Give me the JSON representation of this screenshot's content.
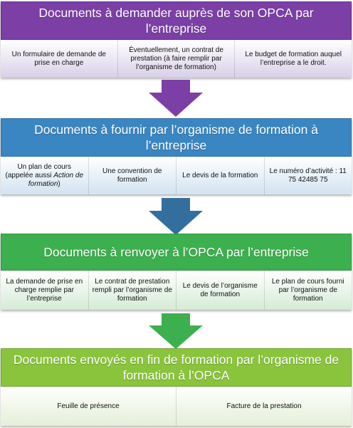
{
  "sections": [
    {
      "title": "Documents à demander auprès de son OPCA par l’entreprise",
      "color": "#7b3fa5",
      "cell_color": "#d8d0e8",
      "items": [
        "Un formulaire de demande de prise en charge",
        "Éventuellement, un contrat de prestation (à faire remplir par l’organisme de formation)",
        "Le budget de formation auquel l’entreprise a le droit."
      ]
    },
    {
      "title": "Documents à fournir par l’organisme de formation à l’entreprise",
      "color": "#3a86c2",
      "cell_color": "#d2e3f1",
      "items": [
        {
          "pre": "Un plan de cours (appelée aussi ",
          "em": "Action de formation",
          "post": ")"
        },
        "Une convention de formation",
        "Le devis de la formation",
        "Le numéro d’activité : 11 75 42485 75"
      ]
    },
    {
      "title": "Documents à renvoyer à l’OPCA par l’entreprise",
      "color": "#3cb04e",
      "cell_color": "#d5ebd6",
      "items": [
        "La demande de prise en charge remplie par l’entreprise",
        "Le contrat de prestation rempli par l’organisme de formation",
        "Le devis de l’organisme de formation",
        "Le plan de cours fourni par l’organisme de formation"
      ]
    },
    {
      "title": "Documents envoyés en fin de formation par l’organisme de formation à l’OPCA",
      "color": "#8ac43c",
      "cell_color": "#e4efd6",
      "items": [
        "Feuille de présence",
        "Facture de la prestation"
      ]
    }
  ],
  "arrows": [
    {
      "color": "#7b3fa5"
    },
    {
      "color": "#336f9e"
    },
    {
      "color": "#3cb04e"
    }
  ]
}
